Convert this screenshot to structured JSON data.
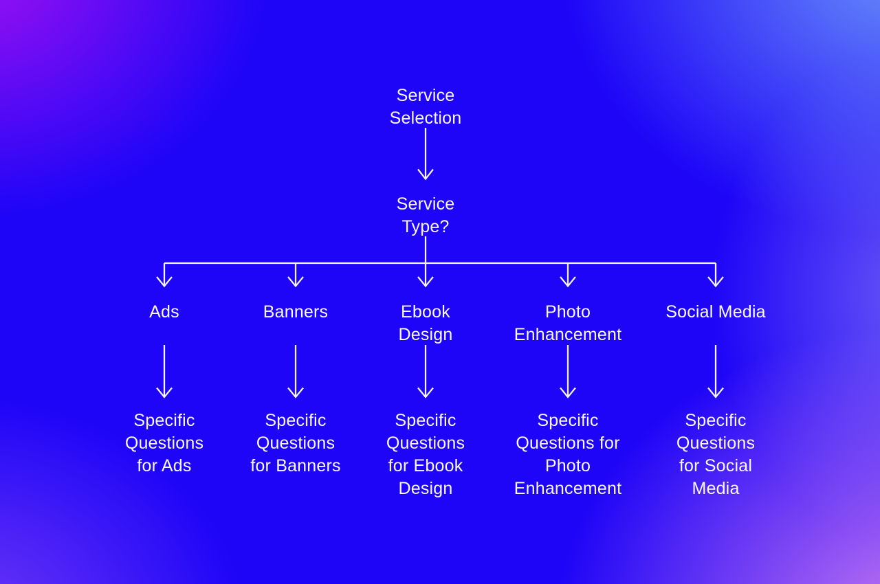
{
  "colors": {
    "text": "#FAF8FF",
    "line": "#F5F3FC",
    "bg_base": "#1E05F7",
    "bg_top_left": "#9C10F2",
    "bg_top_right": "#6B93FA",
    "bg_bottom_right": "#CC7CF2",
    "bg_bottom_left": "#7139F7"
  },
  "flowchart": {
    "root": {
      "label": "Service\nSelection"
    },
    "decision": {
      "label": "Service\nType?"
    },
    "branches": [
      {
        "label": "Ads",
        "question": "Specific\nQuestions\nfor Ads"
      },
      {
        "label": "Banners",
        "question": "Specific\nQuestions\nfor Banners"
      },
      {
        "label": "Ebook\nDesign",
        "question": "Specific\nQuestions\nfor Ebook\nDesign"
      },
      {
        "label": "Photo\nEnhancement",
        "question": "Specific\nQuestions for\nPhoto\nEnhancement"
      },
      {
        "label": "Social Media",
        "question": "Specific\nQuestions\nfor Social\nMedia"
      }
    ]
  }
}
